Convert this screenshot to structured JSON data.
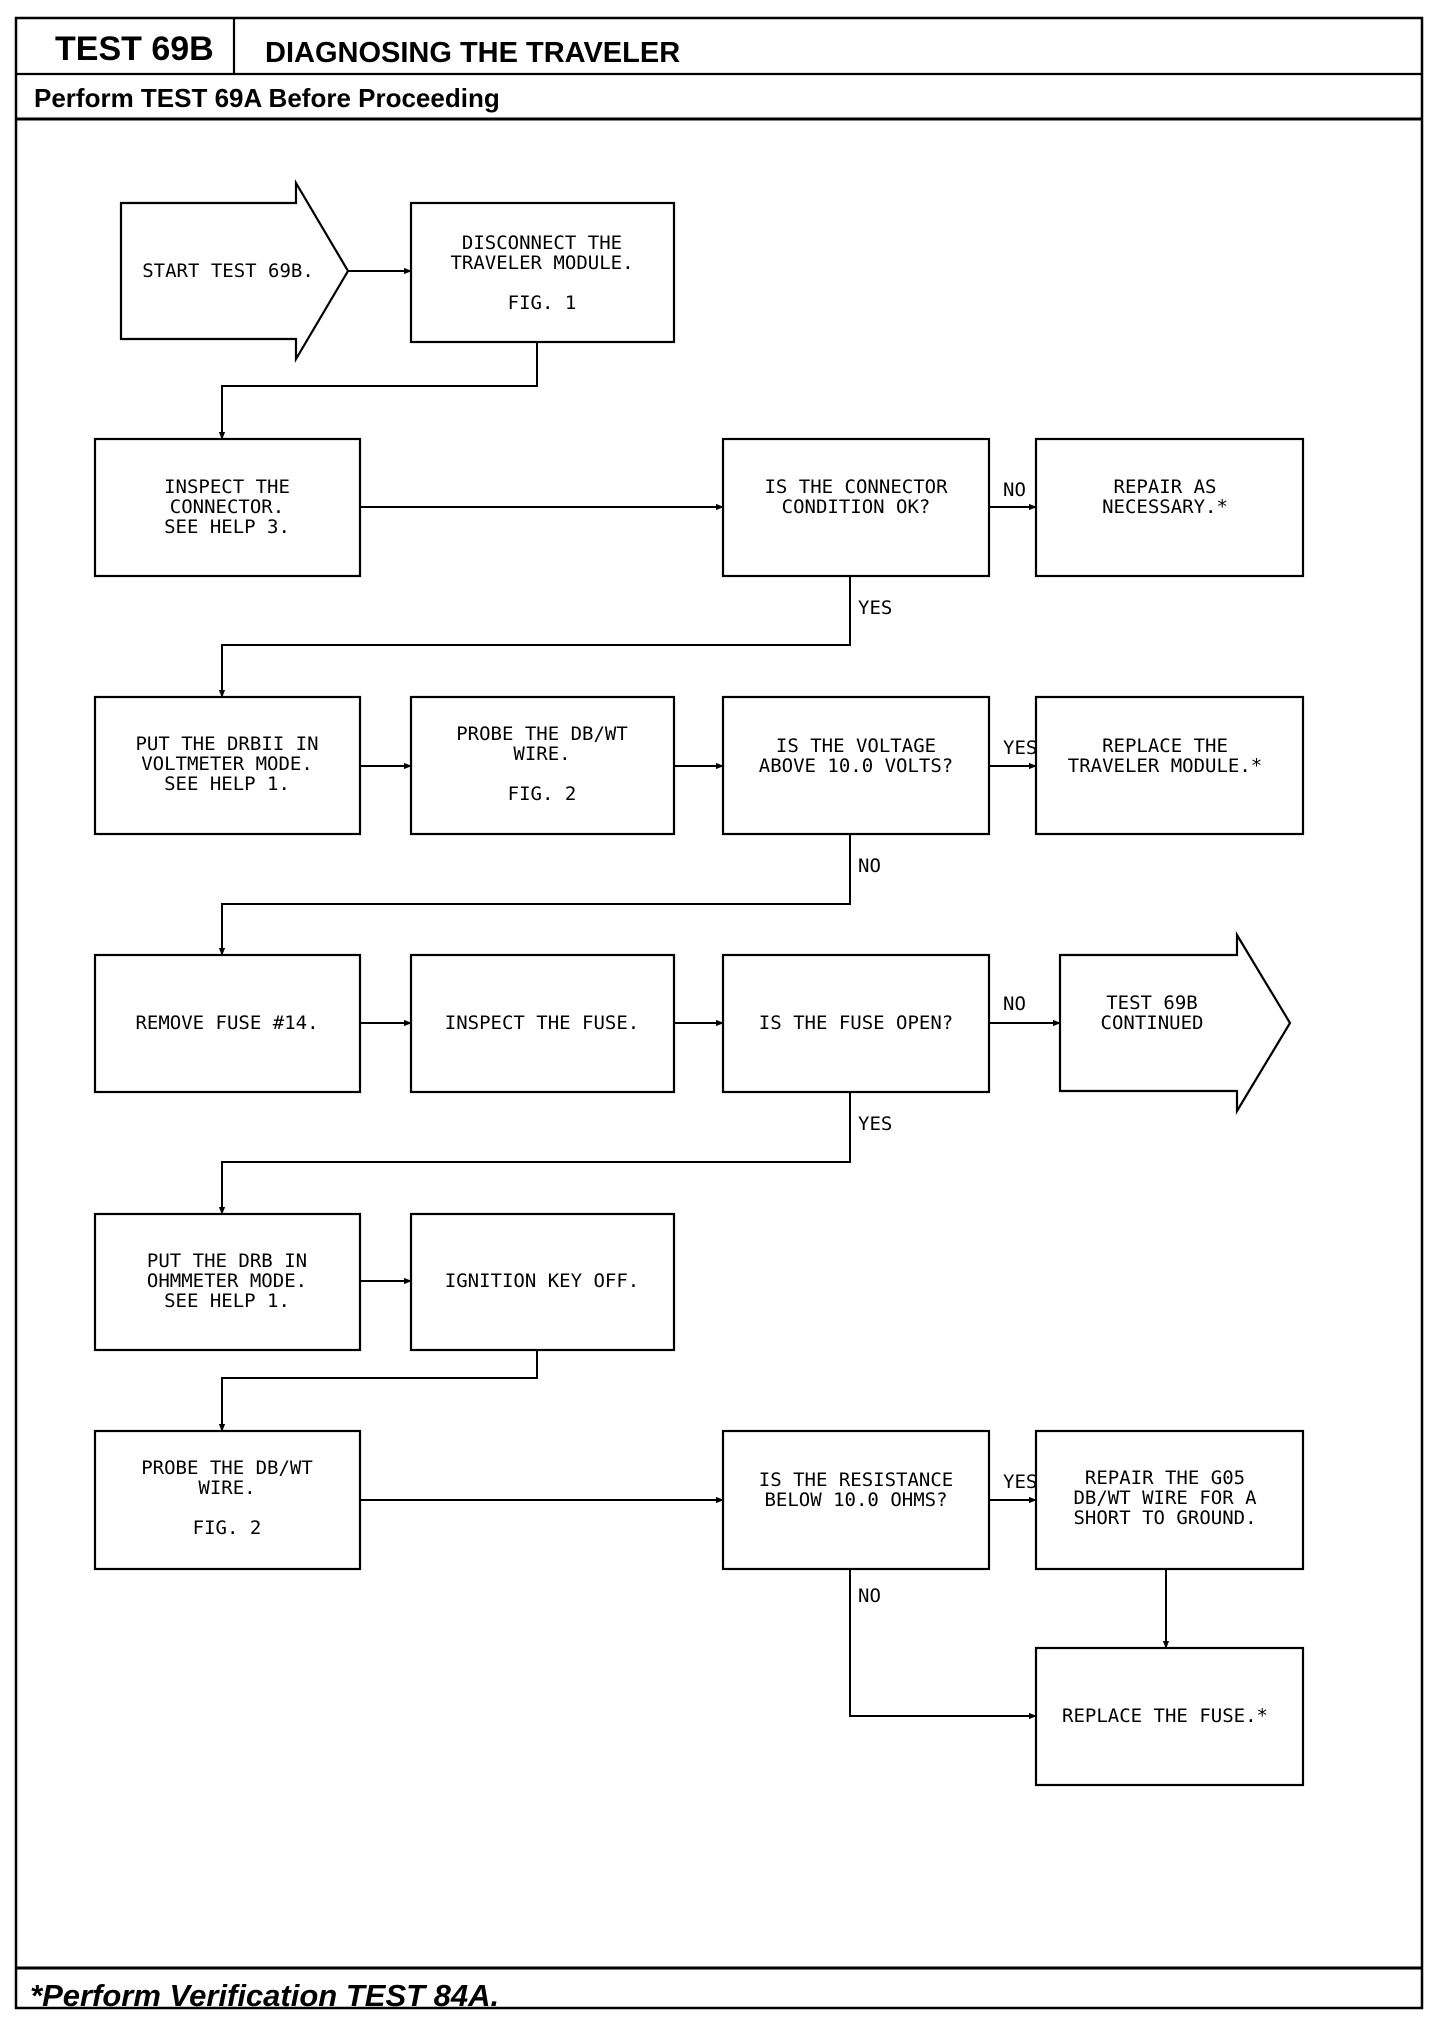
{
  "header": {
    "test_id": "TEST 69B",
    "title": "DIAGNOSING THE TRAVELER",
    "prerequisite": "Perform TEST 69A Before Proceeding"
  },
  "footer": {
    "note": "*Perform Verification TEST 84A."
  },
  "nodes": {
    "start": {
      "lines": [
        "START TEST 69B."
      ]
    },
    "disconnect": {
      "lines": [
        "DISCONNECT THE",
        "TRAVELER MODULE.",
        "",
        "FIG. 1"
      ]
    },
    "inspect_connector": {
      "lines": [
        "INSPECT THE",
        "CONNECTOR.",
        "SEE HELP 3."
      ]
    },
    "connector_ok": {
      "lines": [
        "IS THE CONNECTOR",
        "CONDITION OK?"
      ]
    },
    "repair_necessary": {
      "lines": [
        "REPAIR AS",
        "NECESSARY.*"
      ]
    },
    "drbii_voltmeter": {
      "lines": [
        "PUT THE DRBII IN",
        "VOLTMETER MODE.",
        "SEE HELP 1."
      ]
    },
    "probe_dbwt_1": {
      "lines": [
        "PROBE THE DB/WT",
        "WIRE.",
        "",
        "FIG. 2"
      ]
    },
    "voltage_above": {
      "lines": [
        "IS THE VOLTAGE",
        "ABOVE 10.0 VOLTS?"
      ]
    },
    "replace_module": {
      "lines": [
        "REPLACE THE",
        "TRAVELER MODULE.*"
      ]
    },
    "remove_fuse": {
      "lines": [
        "REMOVE FUSE #14."
      ]
    },
    "inspect_fuse": {
      "lines": [
        "INSPECT THE FUSE."
      ]
    },
    "fuse_open": {
      "lines": [
        "IS THE FUSE OPEN?"
      ]
    },
    "continued": {
      "lines": [
        "TEST 69B",
        "CONTINUED"
      ]
    },
    "drb_ohmmeter": {
      "lines": [
        "PUT THE DRB IN",
        "OHMMETER MODE.",
        "SEE HELP 1."
      ]
    },
    "ignition_off": {
      "lines": [
        "IGNITION KEY OFF."
      ]
    },
    "probe_dbwt_2": {
      "lines": [
        "PROBE THE DB/WT",
        "WIRE.",
        "",
        "FIG. 2"
      ]
    },
    "resistance_below": {
      "lines": [
        "IS THE RESISTANCE",
        "BELOW 10.0 OHMS?"
      ]
    },
    "repair_g05": {
      "lines": [
        "REPAIR THE G05",
        "DB/WT WIRE FOR A",
        "SHORT TO GROUND."
      ]
    },
    "replace_fuse": {
      "lines": [
        "REPLACE THE FUSE.*"
      ]
    }
  },
  "edge_labels": {
    "connector_no": "NO",
    "connector_yes": "YES",
    "voltage_yes": "YES",
    "voltage_no": "NO",
    "fuse_no": "NO",
    "fuse_yes": "YES",
    "resistance_yes": "YES",
    "resistance_no": "NO"
  }
}
